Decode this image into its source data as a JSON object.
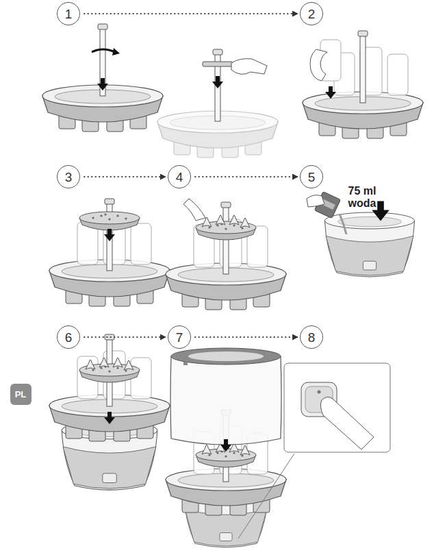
{
  "diagram": {
    "nodes": [
      {
        "text": [
          "1"
        ]
      },
      {
        "text": [
          "2"
        ]
      },
      {
        "text": [
          "3"
        ]
      },
      {
        "text": [
          "4"
        ]
      },
      {
        "text": [
          "5"
        ]
      },
      {
        "text": [
          "6"
        ]
      },
      {
        "text": [
          "7"
        ]
      },
      {
        "text": [
          "8"
        ]
      },
      {
        "text": [
          "PL"
        ]
      }
    ],
    "edges": [
      {
        "from": 0,
        "to": 1,
        "arrow": "to"
      },
      {
        "from": 2,
        "to": 3,
        "arrow": "to"
      },
      {
        "from": 3,
        "to": 4,
        "arrow": "to"
      },
      {
        "from": 5,
        "to": 6,
        "arrow": "to"
      },
      {
        "from": 6,
        "to": 7,
        "arrow": "to"
      }
    ],
    "labels": [
      "75 ml woda"
    ]
  }
}
